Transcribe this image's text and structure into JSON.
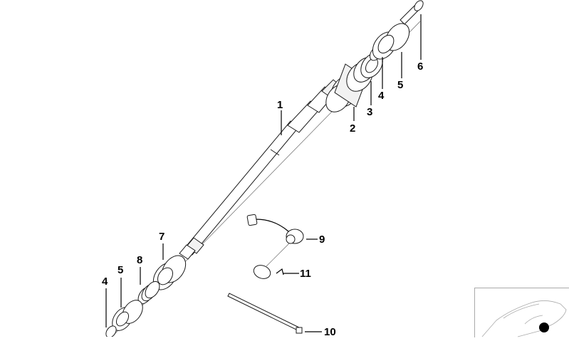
{
  "diagram": {
    "type": "exploded-parts-view",
    "subject": "steering column shaft assembly",
    "callouts": [
      {
        "id": "1",
        "label": "1",
        "part": "steering shaft"
      },
      {
        "id": "2",
        "label": "2",
        "part": "bearing sleeve"
      },
      {
        "id": "3",
        "label": "3",
        "part": "bearing ring"
      },
      {
        "id": "4a",
        "label": "4",
        "part": "circlip (upper)"
      },
      {
        "id": "5a",
        "label": "5",
        "part": "bearing (upper)"
      },
      {
        "id": "6",
        "label": "6",
        "part": "bolt"
      },
      {
        "id": "7",
        "label": "7",
        "part": "bearing housing (lower)"
      },
      {
        "id": "8",
        "label": "8",
        "part": "spring"
      },
      {
        "id": "5b",
        "label": "5",
        "part": "bearing (lower)"
      },
      {
        "id": "4b",
        "label": "4",
        "part": "circlip (lower)"
      },
      {
        "id": "9",
        "label": "9",
        "part": "sensor with connector"
      },
      {
        "id": "11",
        "label": "11",
        "part": "retaining ring with clip"
      },
      {
        "id": "10",
        "label": "10",
        "part": "cable tie"
      }
    ],
    "locator_thumbnail": {
      "depicts": "vehicle-outline",
      "marker_color": "#000000"
    }
  }
}
